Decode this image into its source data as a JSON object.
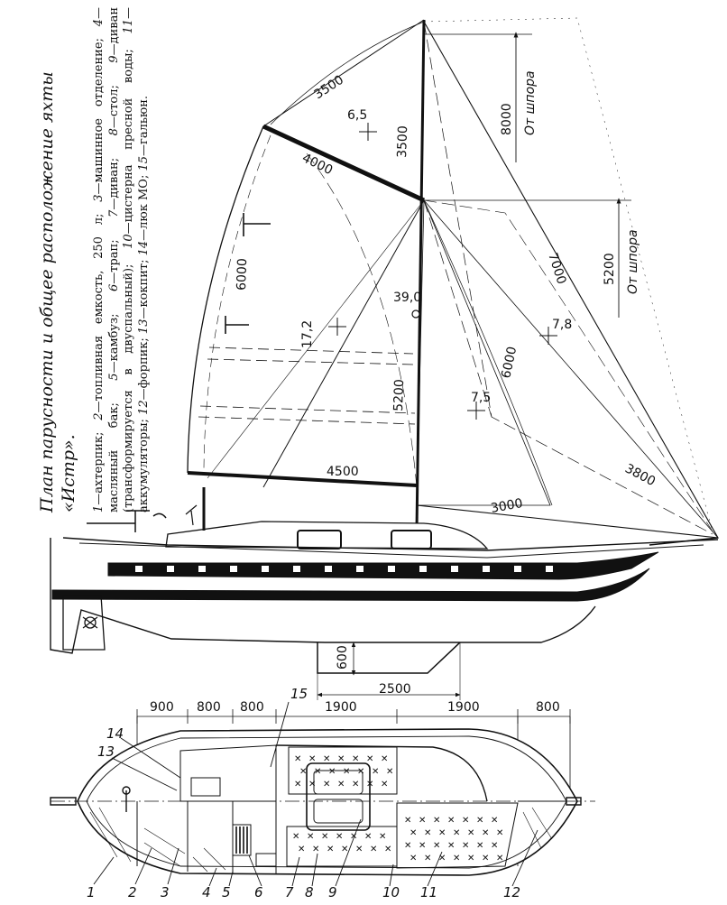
{
  "caption": {
    "title": "План парусности и общее расположение яхты «Истр».",
    "legend": [
      {
        "num": "1",
        "text": "ахтерпик;"
      },
      {
        "num": "2",
        "text": "топливная емкость, 250 л;"
      },
      {
        "num": "3",
        "text": "машинное отделение;"
      },
      {
        "num": "4",
        "text": "масляный бак;"
      },
      {
        "num": "5",
        "text": "камбуз;"
      },
      {
        "num": "6",
        "text": "трап;"
      },
      {
        "num": "7",
        "text": "диван;"
      },
      {
        "num": "8",
        "text": "стол;"
      },
      {
        "num": "9",
        "text": "диван (трансформируется в двуспальный);"
      },
      {
        "num": "10",
        "text": "цистерна пресной воды;"
      },
      {
        "num": "11",
        "text": "аккумуляторы;"
      },
      {
        "num": "12",
        "text": "форпик;"
      },
      {
        "num": "13",
        "text": "кокпит;"
      },
      {
        "num": "14",
        "text": "люк МО;"
      },
      {
        "num": "15",
        "text": "гальюн."
      }
    ]
  },
  "sail_plan": {
    "dims": {
      "gaff": "3500",
      "luff_top": "3500",
      "gaff_diag": "4000",
      "leech": "6000",
      "mast": "5200",
      "boom": "4500",
      "jib_leech": "6000",
      "forestay": "7000",
      "jib_foot": "3000",
      "stay_foot": "3800"
    },
    "areas": {
      "topsail": "6,5",
      "main": "17,2",
      "total": "39,0",
      "jib": "7,8",
      "staysail": "7,5"
    },
    "heights": {
      "top_value": "8000",
      "top_note": "От шпора",
      "mid_value": "5200",
      "mid_note": "От шпора"
    }
  },
  "hull": {
    "keel_depth": "600",
    "keel_length": "2500",
    "plan_dims": [
      "900",
      "800",
      "800",
      "1900",
      "1900",
      "800"
    ],
    "callouts": [
      "1",
      "2",
      "3",
      "4",
      "5",
      "6",
      "7",
      "8",
      "9",
      "10",
      "11",
      "12",
      "13",
      "14",
      "15"
    ]
  }
}
